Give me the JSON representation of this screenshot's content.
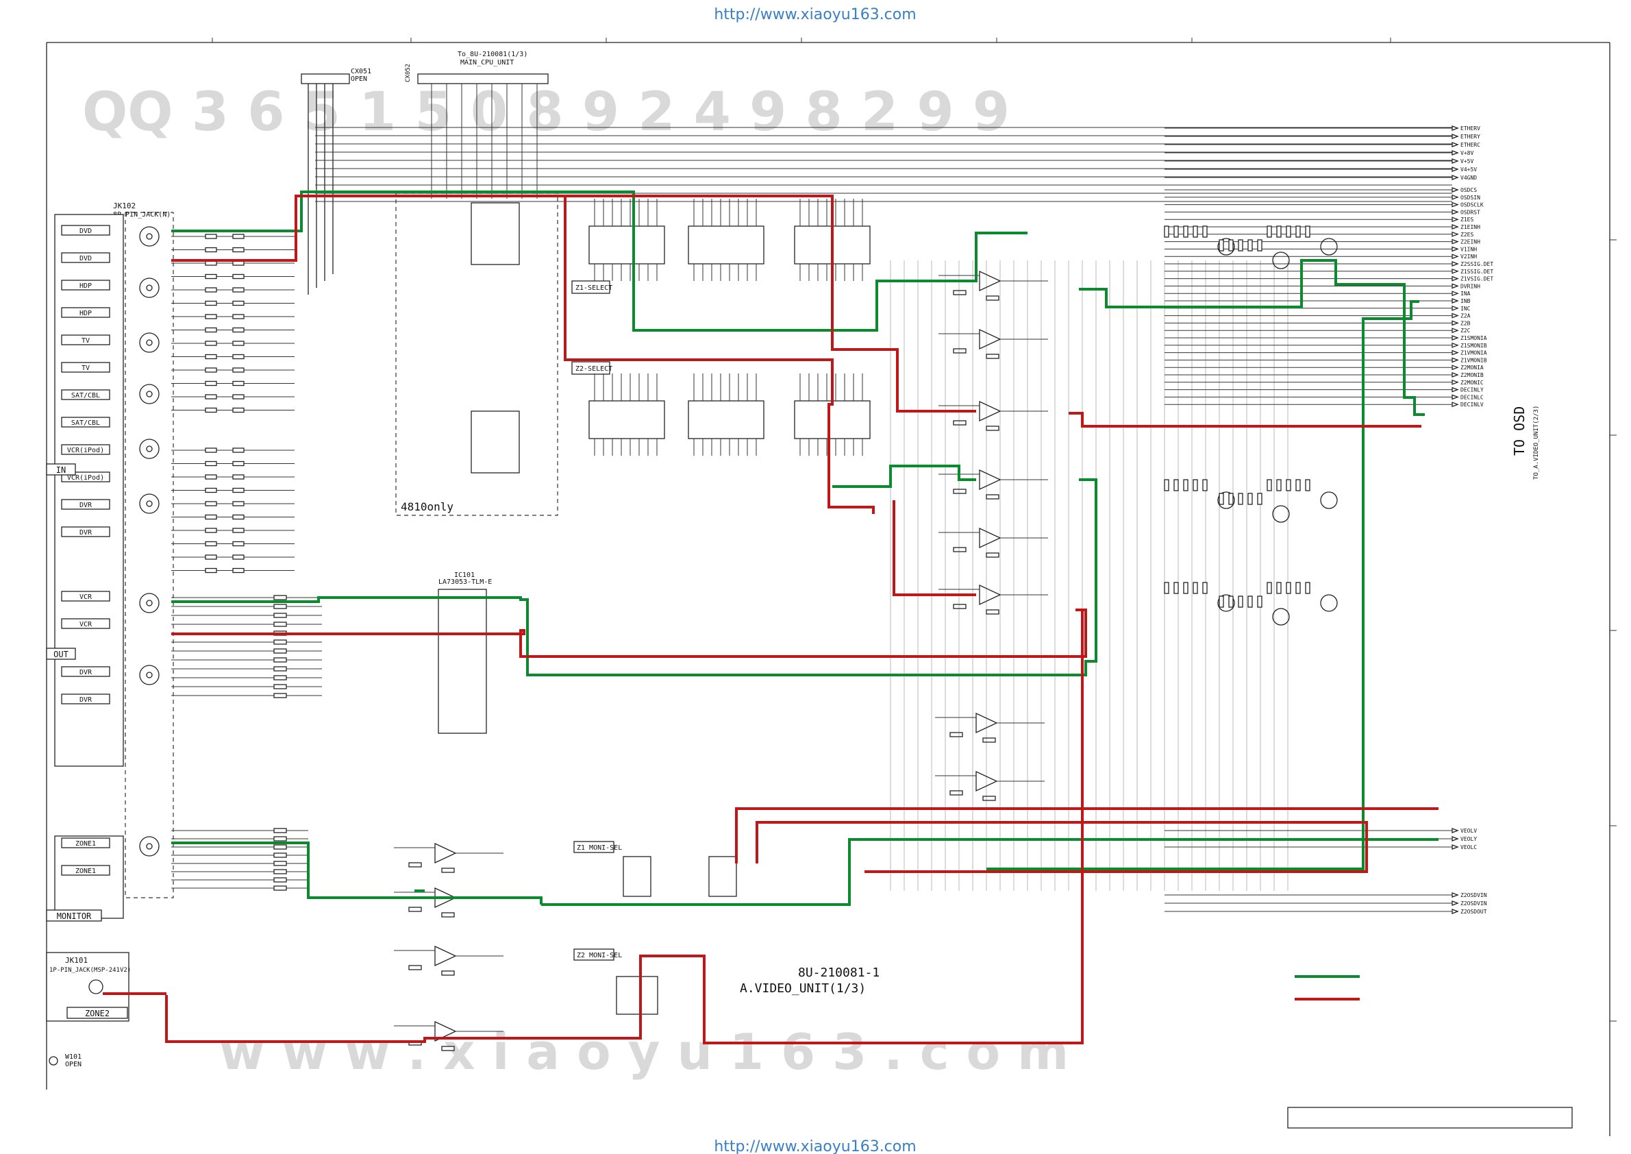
{
  "header_url": "http://www.xiaoyu163.com",
  "footer_url": "http://www.xiaoyu163.com",
  "watermark_text": "QQ 3 6 5 1 5 0 8 9 2 4 9 8 2 9 9",
  "watermark_bottom": "w w w . x i a o y u 1 6 3 . c o m",
  "title_block": {
    "part_no": "8U-210081-1",
    "name": "A.VIDEO_UNIT(1/3)"
  },
  "to_osd": {
    "label": "TO OSD",
    "sub": "TO_A.VIDEO_UNIT(2/3)"
  },
  "main_cpu": {
    "label": "To_8U-210081(1/3)",
    "sub": "MAIN_CPU_UNIT"
  },
  "region_4810": "4810only",
  "connectors": {
    "jk102": "JK102",
    "jk102_sub": "8P-PIN_JACK(N)",
    "cx051": "CX051",
    "cx052": "CX052",
    "cx051_open": "OPEN",
    "jk101": "JK101",
    "jk101_sub": "1P-PIN_JACK(MSP-241V2)",
    "w101": "W101",
    "w101_open": "OPEN"
  },
  "input_labels": [
    "DVD",
    "DVD",
    "HDP",
    "HDP",
    "TV",
    "TV",
    "SAT/CBL",
    "SAT/CBL",
    "VCR(iPod)",
    "VCR(iPod)",
    "DVR",
    "DVR"
  ],
  "output_labels": [
    "VCR",
    "VCR",
    "DVR",
    "DVR"
  ],
  "zone_labels": [
    "ZONE1",
    "ZONE1"
  ],
  "side_labels": {
    "in": "IN",
    "out": "OUT",
    "monitor": "MONITOR",
    "zone2": "ZONE2"
  },
  "ic_labels": {
    "ic101": "IC101",
    "ic101_part": "LA73053-TLM-E",
    "z1_select": "Z1-SELECT",
    "z2_select": "Z2-SELECT",
    "z1_mon_sel": "Z1 MONI-SEL",
    "z2_mon_sel": "Z2 MONI-SEL"
  },
  "right_signals": [
    "ETHERV",
    "ETHERY",
    "ETHERC",
    "V+8V",
    "V+5V",
    "V4+5V",
    "V4GND",
    "OSDCS",
    "OSDSIN",
    "OSDSCLK",
    "OSDRST",
    "Z1ES",
    "Z1EINH",
    "Z2ES",
    "Z2EINH",
    "V1INH",
    "V2INH",
    "Z2SSIG.DET",
    "Z1SSIG.DET",
    "Z1VSIG.DET",
    "DVRINH",
    "INA",
    "INB",
    "INC",
    "Z2A",
    "Z2B",
    "Z2C",
    "Z1SMONIA",
    "Z1SMONIB",
    "Z1VMONIA",
    "Z1VMONIB",
    "Z2MONIA",
    "Z2MONIB",
    "Z2MONIC",
    "DECINLY",
    "DECINLC",
    "DECINLV",
    "VEOLV",
    "VEOLY",
    "VEOLC",
    "Z2OSDVIN",
    "Z2OSDVIN",
    "Z2OSDOUT"
  ],
  "colors": {
    "wire": "#222222",
    "path_green": "#0b8a2f",
    "path_red": "#c01818",
    "url": "#3a7fc1",
    "watermark": "#d9d9d9"
  }
}
